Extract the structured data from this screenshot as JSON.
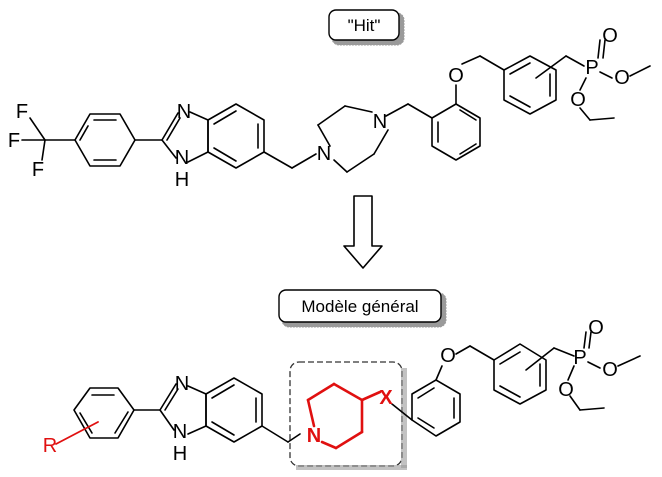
{
  "labels": {
    "hit": "\"Hit\"",
    "general_model": "Modèle général"
  },
  "atoms": {
    "F": "F",
    "N": "N",
    "H": "H",
    "O": "O",
    "P": "P",
    "R": "R",
    "X": "X"
  },
  "colors": {
    "highlight": "#e01010",
    "bond": "#000000"
  }
}
